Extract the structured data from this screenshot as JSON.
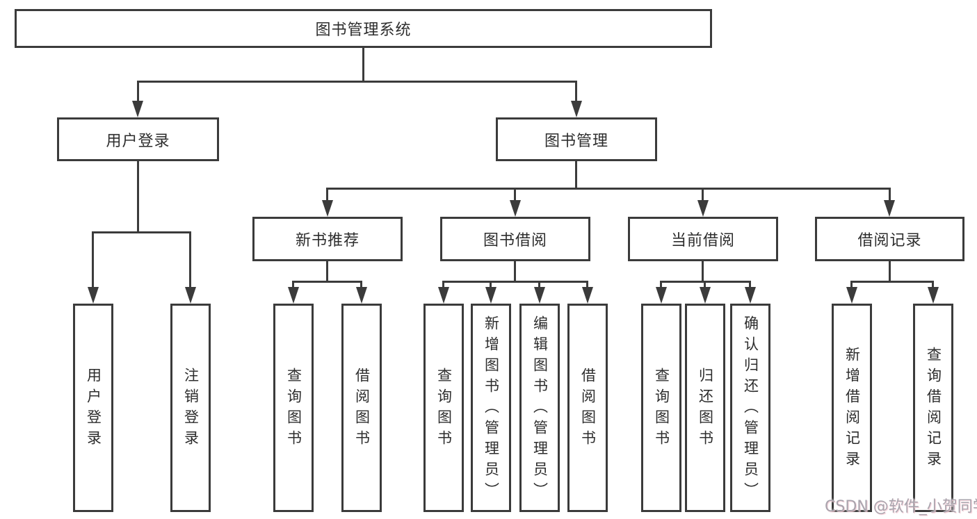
{
  "nodes": {
    "root": "图书管理系统",
    "level2": [
      {
        "label": "用户登录"
      },
      {
        "label": "图书管理"
      }
    ],
    "level3": [
      {
        "label": "新书推荐"
      },
      {
        "label": "图书借阅"
      },
      {
        "label": "当前借阅"
      },
      {
        "label": "借阅记录"
      }
    ],
    "leaves": [
      {
        "label": "用户登录"
      },
      {
        "label": "注销登录"
      },
      {
        "label": "查询图书"
      },
      {
        "label": "借阅图书"
      },
      {
        "label": "查询图书"
      },
      {
        "label": "新增图书（管理员）"
      },
      {
        "label": "编辑图书（管理员）"
      },
      {
        "label": "借阅图书"
      },
      {
        "label": "查询图书"
      },
      {
        "label": "归还图书"
      },
      {
        "label": "确认归还（管理员）"
      },
      {
        "label": "新增借阅记录"
      },
      {
        "label": "查询借阅记录"
      }
    ]
  },
  "watermark": {
    "text": "CSDN @软件_小贺同学"
  },
  "colors": {
    "line": "#3b3b3b",
    "box_border": "#3b3b3b",
    "box_fill": "#ffffff",
    "text": "#2d2d2d",
    "watermark": "#a9a4ad",
    "background": "#ffffff"
  }
}
